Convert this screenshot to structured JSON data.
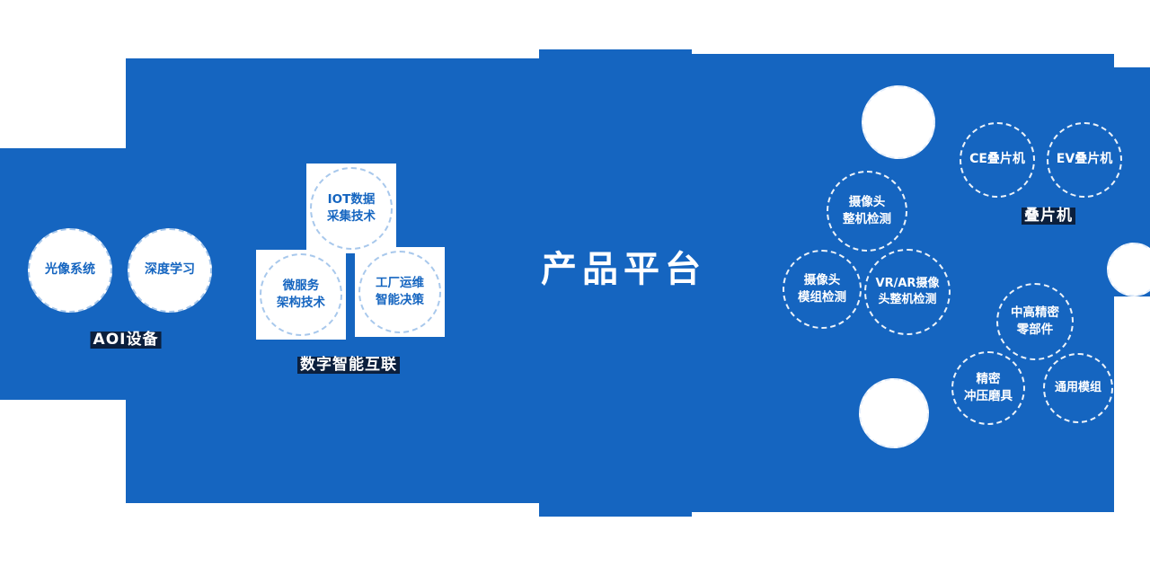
{
  "colors": {
    "background": "#ffffff",
    "primary_blue": "#1565c0",
    "label_background": "#0b1f3d",
    "light_circle_text": "#1565c0",
    "light_circle_border": "#a8c8ec",
    "blue_circle_border": "#ffffff"
  },
  "title": {
    "text": "产品平台"
  },
  "sections": {
    "aoi": {
      "label": "AOI设备"
    },
    "digital": {
      "label": "数字智能互联"
    },
    "stacking": {
      "label": "叠片机"
    }
  },
  "circles": {
    "optical_system": {
      "text": "光像系统"
    },
    "deep_learning": {
      "text": "深度学习"
    },
    "iot_data": {
      "text": "IOT数据\n采集技术"
    },
    "microservice": {
      "text": "微服务\n架构技术"
    },
    "factory_ops": {
      "text": "工厂运维\n智能决策"
    },
    "ce_stacker": {
      "text": "CE叠片机"
    },
    "ev_stacker": {
      "text": "EV叠片机"
    },
    "camera_machine_test": {
      "text": "摄像头\n整机检测"
    },
    "camera_module_test": {
      "text": "摄像头\n模组检测"
    },
    "vrar_camera_test": {
      "text": "VR/AR摄像\n头整机检测"
    },
    "precision_parts": {
      "text": "中高精密\n零部件"
    },
    "stamping_die": {
      "text": "精密\n冲压磨具"
    },
    "general_module": {
      "text": "通用模组"
    }
  }
}
